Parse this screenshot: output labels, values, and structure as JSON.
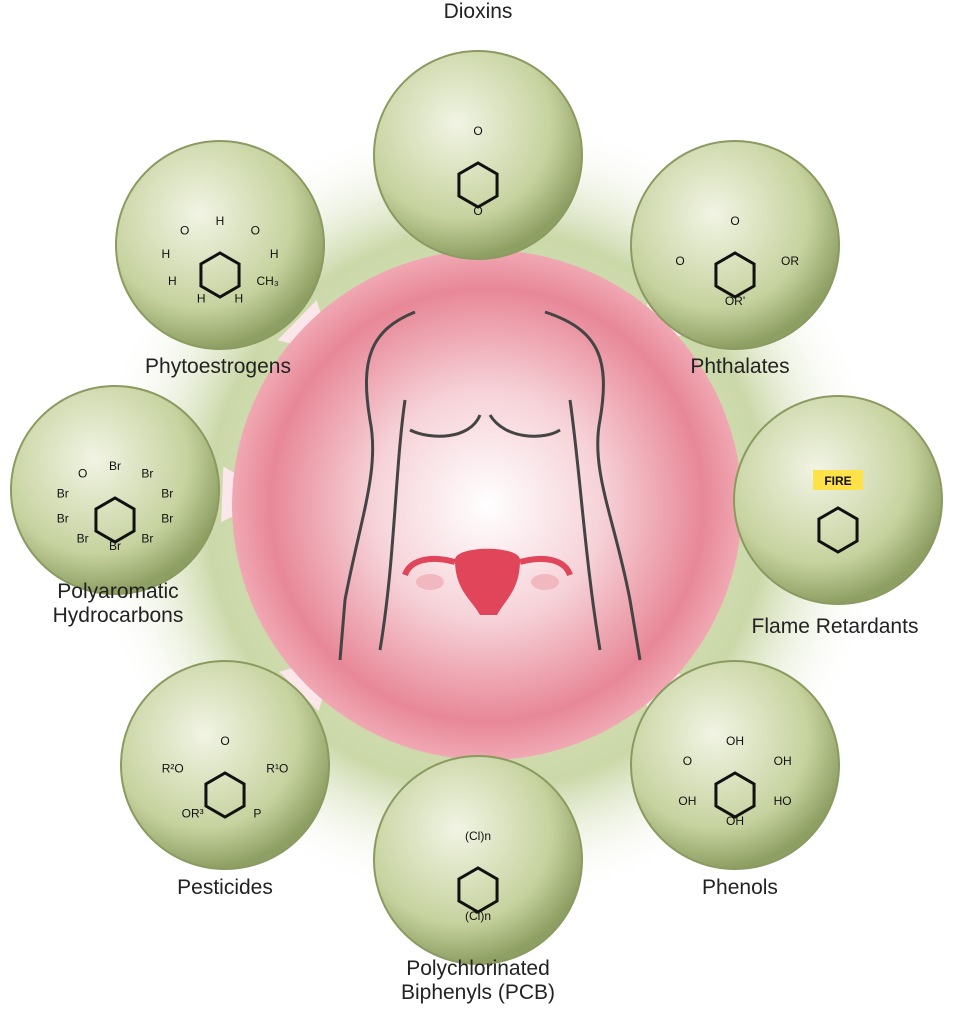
{
  "title": "Endocrine disruptors affecting female reproductive system",
  "colors": {
    "halo": "#c9d6a8",
    "center": "#e8808f",
    "circle": "#b5c48e",
    "uterus": "#e0455a"
  },
  "categories": [
    {
      "id": "dioxins",
      "label": "Dioxins",
      "lines": [
        "Dioxins"
      ],
      "chem": [
        "O",
        "O"
      ]
    },
    {
      "id": "phthalates",
      "label": "Phthalates",
      "lines": [
        "Phthalates"
      ],
      "chem": [
        "O",
        "OR",
        "OR'",
        "O"
      ]
    },
    {
      "id": "flame-retardants",
      "label": "Flame Retardants",
      "lines": [
        "Flame Retardants"
      ],
      "chem": [
        "FIRE"
      ]
    },
    {
      "id": "phenols",
      "label": "Phenols",
      "lines": [
        "Phenols"
      ],
      "chem": [
        "OH",
        "OH",
        "HO",
        "OH",
        "OH",
        "O"
      ]
    },
    {
      "id": "pcb",
      "label": "Polychlorinated Biphenyls (PCB)",
      "lines": [
        "Polychlorinated",
        "Biphenyls (PCB)"
      ],
      "chem": [
        "(Cl)n",
        "(Cl)n"
      ]
    },
    {
      "id": "pesticides",
      "label": "Pesticides",
      "lines": [
        "Pesticides"
      ],
      "chem": [
        "O",
        "R¹O",
        "P",
        "OR³",
        "R²O"
      ]
    },
    {
      "id": "pah",
      "label": "Polyaromatic Hydrocarbons",
      "lines": [
        "Polyaromatic",
        "Hydrocarbons"
      ],
      "chem": [
        "Br",
        "Br",
        "Br",
        "Br",
        "Br",
        "Br",
        "Br",
        "Br",
        "Br",
        "O"
      ]
    },
    {
      "id": "phytoestrogens",
      "label": "Phytoestrogens",
      "lines": [
        "Phytoestrogens"
      ],
      "chem": [
        "H",
        "O",
        "H",
        "CH₃",
        "H",
        "H",
        "H",
        "H",
        "O"
      ]
    }
  ]
}
